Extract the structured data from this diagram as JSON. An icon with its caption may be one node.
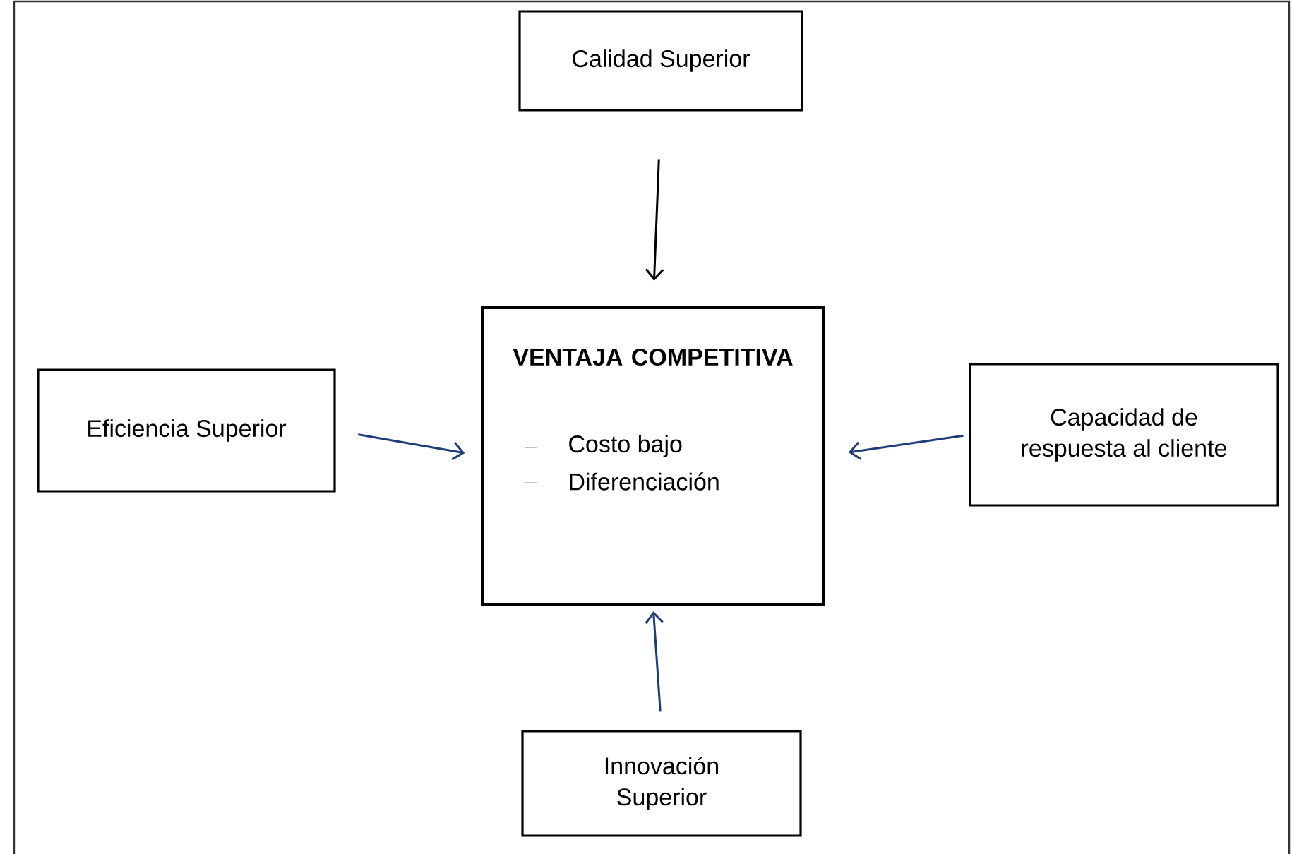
{
  "diagram": {
    "nodes": [
      {
        "text": [
          "Calidad Superior"
        ]
      },
      {
        "text": [
          "VENTAJA COMPETITIVA",
          "Costo bajo",
          "Diferenciación"
        ]
      },
      {
        "text": [
          "Eficiencia Superior"
        ]
      },
      {
        "text": [
          "Capacidad de respuesta al cliente"
        ]
      },
      {
        "text": [
          "Innovación Superior"
        ]
      }
    ],
    "edges": [
      {
        "from": 0,
        "to": 1,
        "arrow": "to",
        "color": "#000000"
      },
      {
        "from": 2,
        "to": 1,
        "arrow": "to"
      },
      {
        "from": 3,
        "to": 1,
        "arrow": "to"
      },
      {
        "from": 4,
        "to": 1,
        "arrow": "to"
      }
    ]
  }
}
